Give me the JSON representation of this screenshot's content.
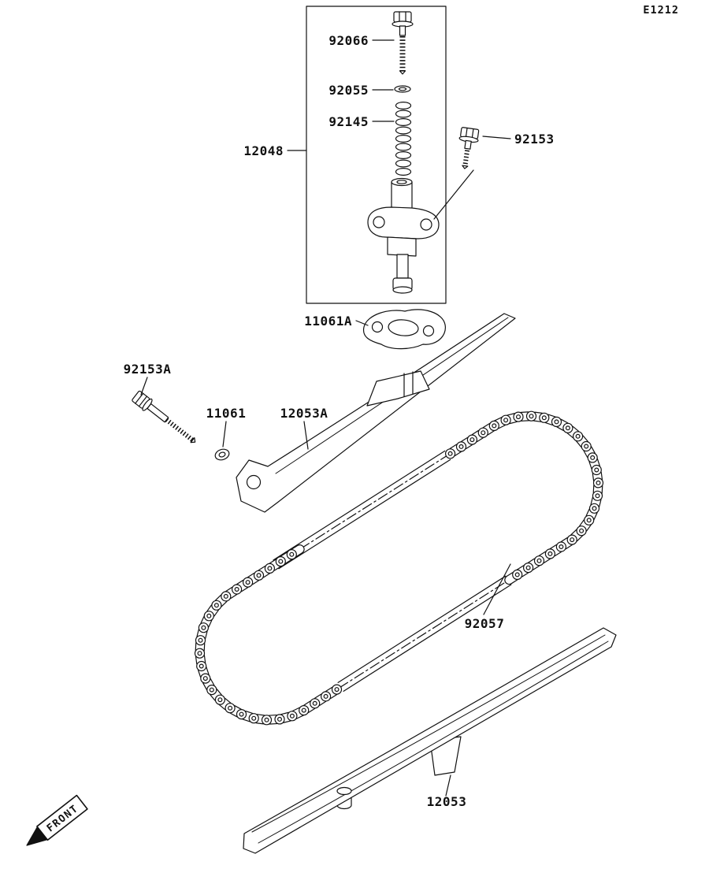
{
  "doc": {
    "code": "E1212"
  },
  "front_marker": {
    "label": "FRONT"
  },
  "parts": {
    "p12048": {
      "label": "12048"
    },
    "p92066": {
      "label": "92066"
    },
    "p92055": {
      "label": "92055"
    },
    "p92145": {
      "label": "92145"
    },
    "p92153": {
      "label": "92153"
    },
    "p11061A": {
      "label": "11061A"
    },
    "p92153A": {
      "label": "92153A"
    },
    "p11061": {
      "label": "11061"
    },
    "p12053A": {
      "label": "12053A"
    },
    "p92057": {
      "label": "92057"
    },
    "p12053": {
      "label": "12053"
    }
  }
}
